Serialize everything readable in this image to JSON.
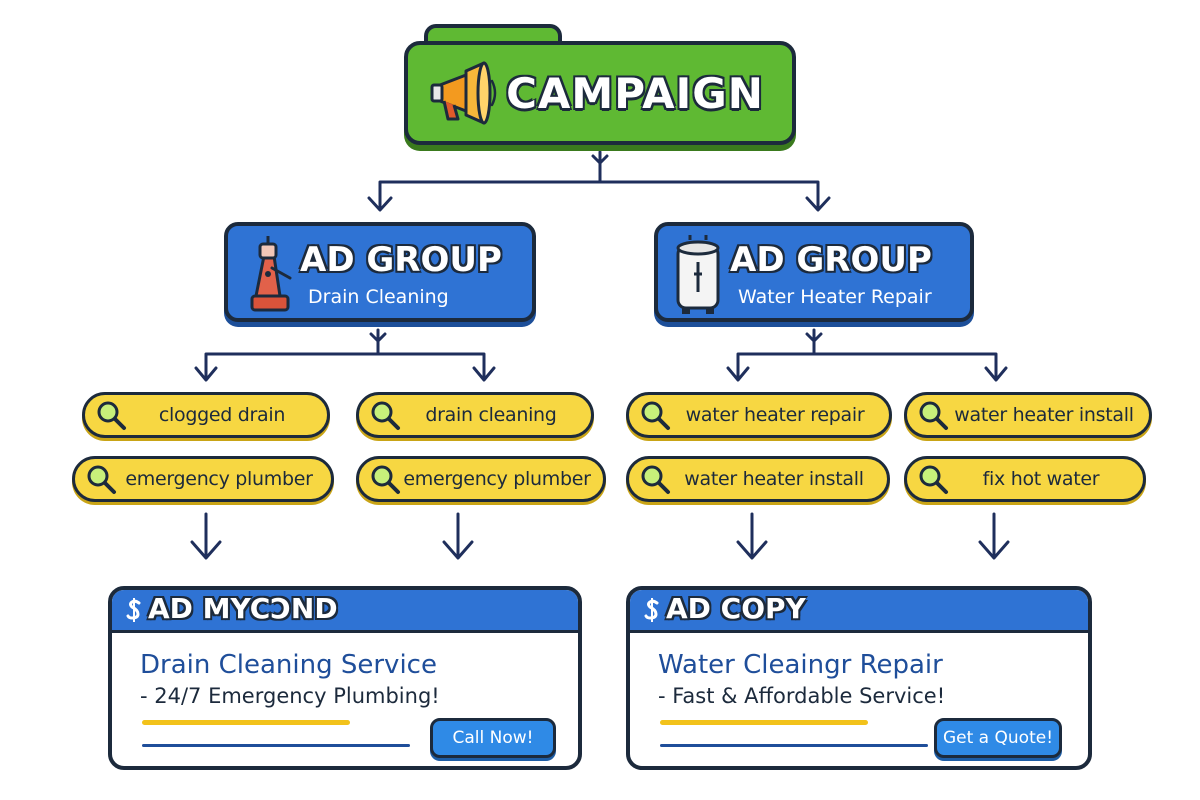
{
  "colors": {
    "campaign_green": "#5fb933",
    "adgroup_blue": "#2f73d4",
    "keyword_yellow": "#f7d742",
    "outline_navy": "#1c2a3c",
    "headline_blue": "#1f4e9a",
    "cta_blue": "#2f8ae6"
  },
  "campaign": {
    "title": "CAMPAIGN",
    "icon": "megaphone-icon"
  },
  "ad_groups": [
    {
      "title": "AD GROUP",
      "subtitle": "Drain Cleaning",
      "icon": "drain-pipe-icon"
    },
    {
      "title": "AD GROUP",
      "subtitle": "Water Heater Repair",
      "icon": "water-heater-icon"
    }
  ],
  "keywords": {
    "icon": "magnifier-icon",
    "group1_col1": [
      "clogged drain",
      "emergency plumber"
    ],
    "group1_col2": [
      "drain cleaning",
      "emergency plumber"
    ],
    "group2_col1": [
      "water heater repair",
      "water heater install"
    ],
    "group2_col2": [
      "water heater install",
      "fix hot water"
    ]
  },
  "ad_copies": [
    {
      "header": "AD MYCƆND",
      "headline": "Drain Cleaning Service",
      "description": "- 24/7 Emergency Plumbing!",
      "cta": "Call Now!"
    },
    {
      "header": "AD COPY",
      "headline": "Water Cleaingr Repair",
      "description": "- Fast & Affordable Service!",
      "cta": "Get a Quote!"
    }
  ]
}
